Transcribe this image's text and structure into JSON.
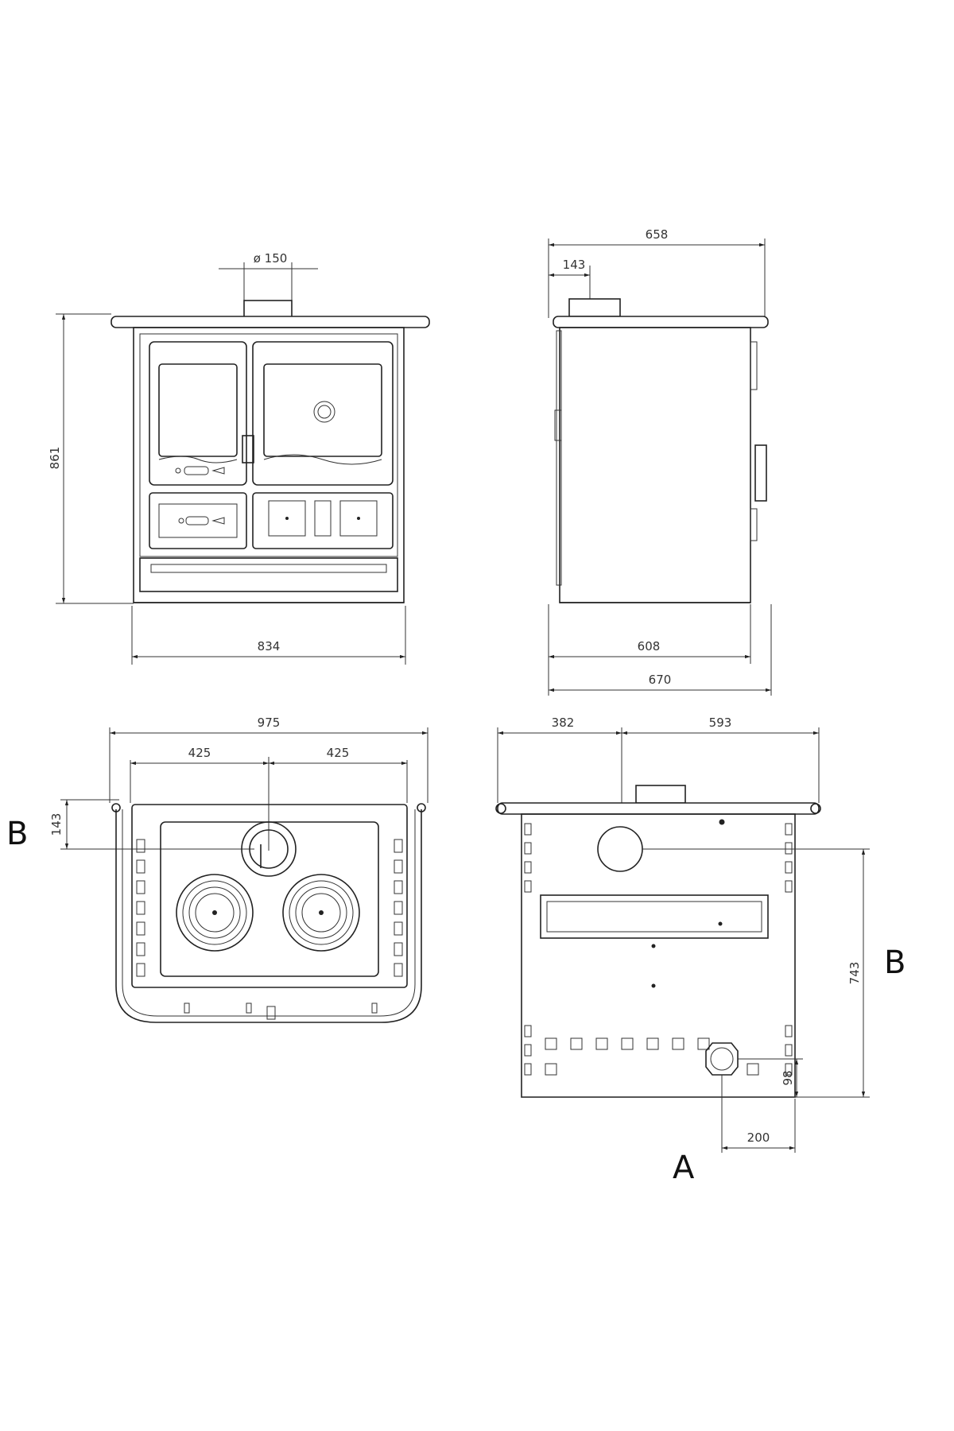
{
  "front_view": {
    "flue_diameter": "ø 150",
    "height": "861",
    "width": "834"
  },
  "side_view": {
    "depth_total": "658",
    "flue_offset": "143",
    "body_depth": "608",
    "base_depth": "670"
  },
  "top_view": {
    "width_total": "975",
    "half_left": "425",
    "half_right": "425",
    "flue_offset": "143",
    "label_b": "B"
  },
  "rear_view": {
    "left_offset": "382",
    "right_offset": "593",
    "height_b": "743",
    "outlet_height": "98",
    "outlet_offset": "200",
    "label_a": "A",
    "label_b": "B"
  },
  "colors": {
    "line": "#222222",
    "background": "#ffffff"
  }
}
